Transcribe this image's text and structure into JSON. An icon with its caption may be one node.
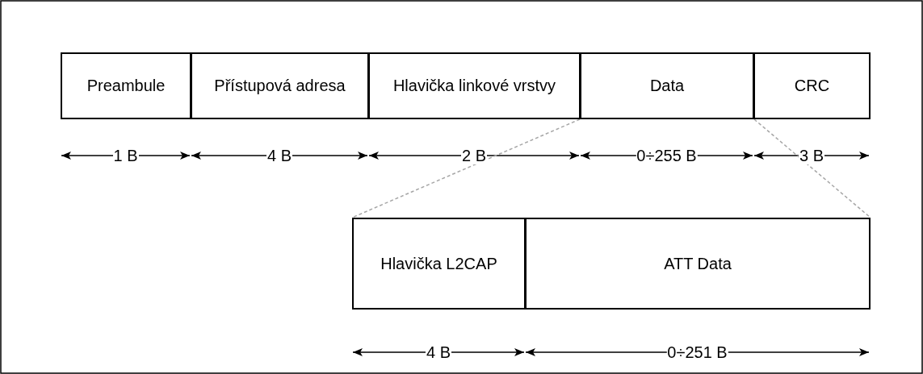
{
  "diagram": {
    "nodes": [
      {
        "text": [
          "Preambule"
        ]
      },
      {
        "text": [
          "Přístupová adresa"
        ]
      },
      {
        "text": [
          "Hlavička linkové vrstvy"
        ]
      },
      {
        "text": [
          "Data"
        ]
      },
      {
        "text": [
          "CRC"
        ]
      },
      {
        "text": [
          "Hlavička L2CAP"
        ]
      },
      {
        "text": [
          "ATT Data"
        ]
      }
    ],
    "edges": [
      {
        "from": 3,
        "to": 5,
        "arrow": "none",
        "style": "dashed",
        "color": "#a6a6a6"
      },
      {
        "from": 3,
        "to": 6,
        "arrow": "none",
        "style": "dashed",
        "color": "#a6a6a6"
      }
    ],
    "labels": [
      "1 B",
      "4 B",
      "2 B",
      "0÷255 B",
      "3 B",
      "4 B",
      "0÷251 B"
    ]
  }
}
